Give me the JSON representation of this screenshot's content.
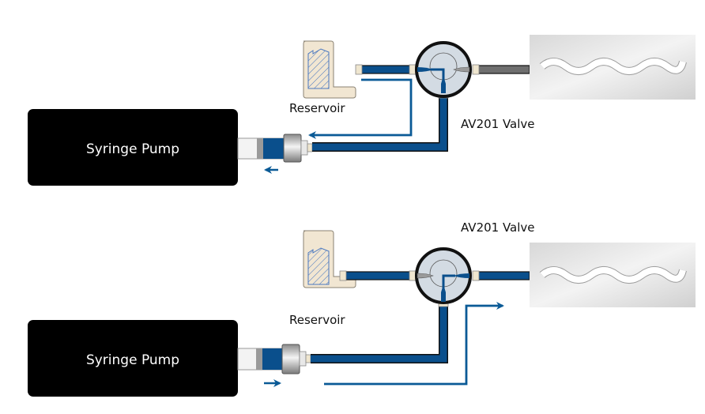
{
  "title": "Syringe pump and AV201 valve flow diagram",
  "colors": {
    "tube": "#0a4f8c",
    "flow_arrow": "#0a5a96",
    "pump_body": "#000000",
    "reservoir": "#f1e6d2",
    "valve_face": "#d3dbe3",
    "column": "#e6e6e6"
  },
  "panels": [
    {
      "state": "aspirate",
      "pump_label": "Syringe Pump",
      "reservoir_label": "Reservoir",
      "valve_label": "AV201 Valve",
      "plunger_direction": "left",
      "valve_port_connected": "reservoir",
      "flow_path": "reservoir-to-pump"
    },
    {
      "state": "dispense",
      "pump_label": "Syringe Pump",
      "reservoir_label": "Reservoir",
      "valve_label": "AV201 Valve",
      "plunger_direction": "right",
      "valve_port_connected": "column",
      "flow_path": "pump-to-column"
    }
  ]
}
